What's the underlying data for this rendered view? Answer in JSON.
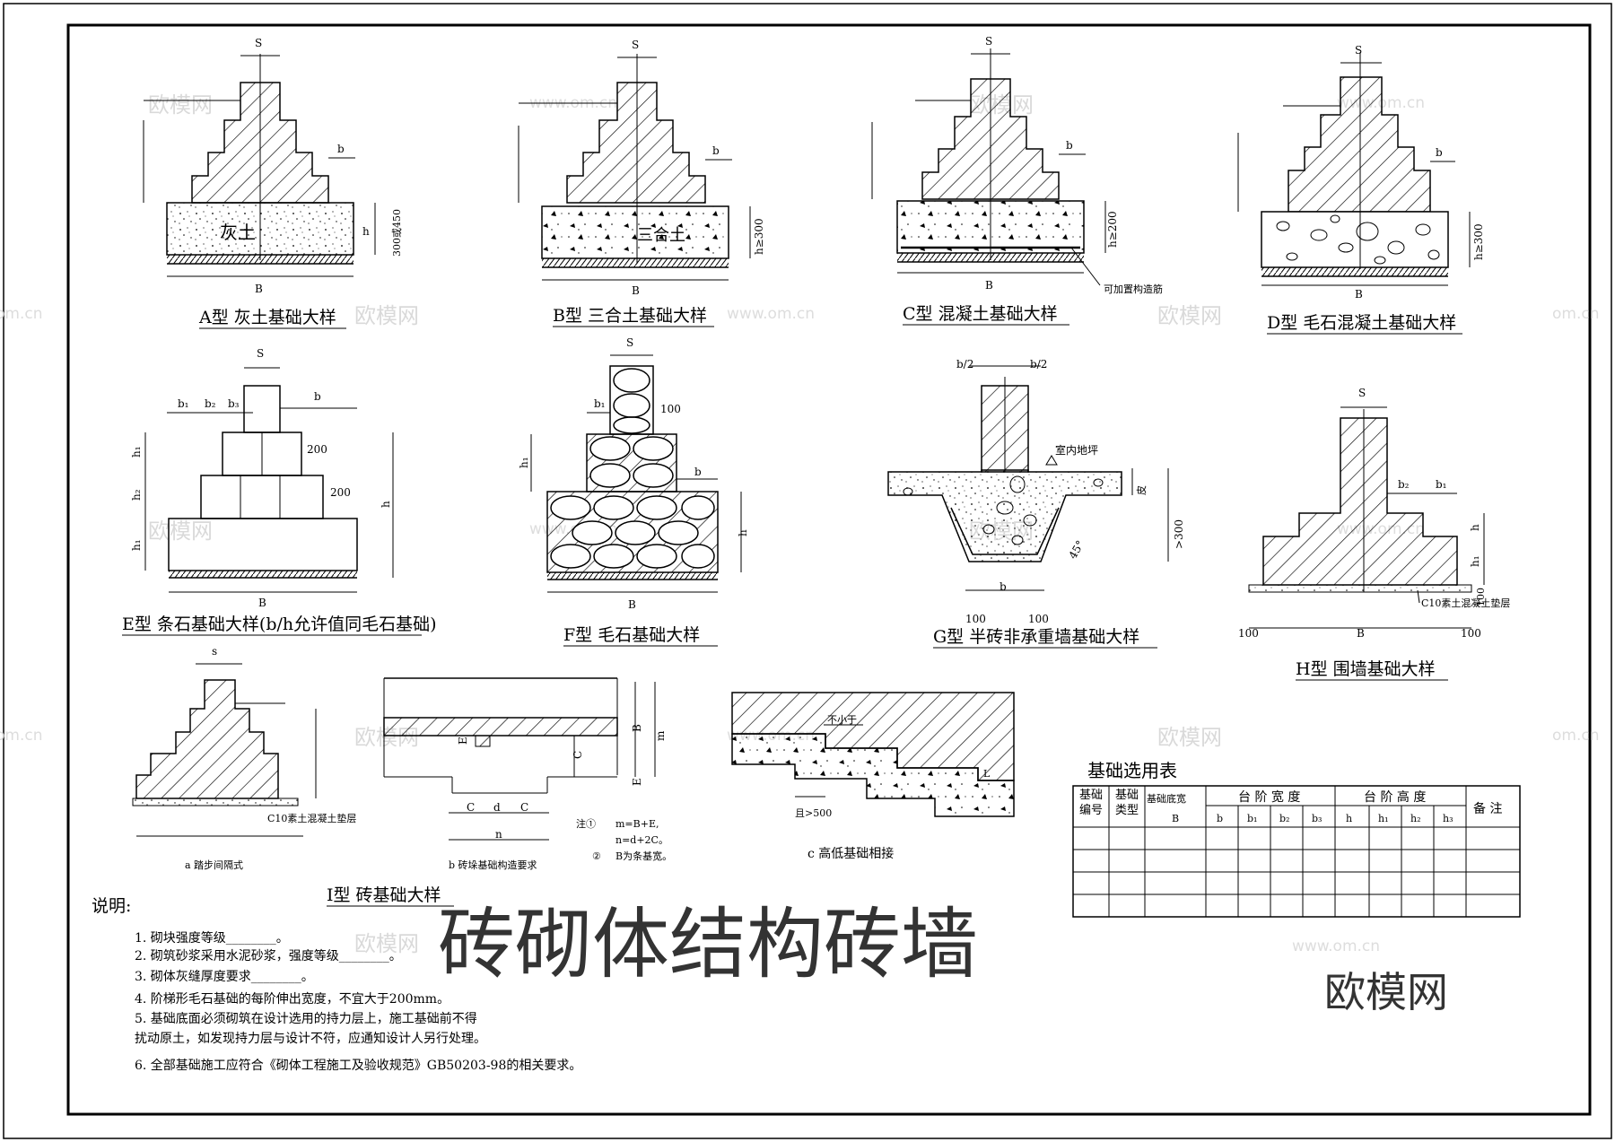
{
  "sheet": {
    "details": {
      "A": {
        "title": "A型 灰土基础大样",
        "fill_label": "灰土",
        "dim_s": "S",
        "dim_b": "b",
        "dim_B": "B",
        "dim_h": "h",
        "dim_h_note": "300或450"
      },
      "B": {
        "title": "B型 三合土基础大样",
        "fill_label": "三合土",
        "dim_s": "S",
        "dim_b": "b",
        "dim_B": "B",
        "dim_h": "h≥300"
      },
      "C": {
        "title": "C型 混凝土基础大样",
        "dim_s": "S",
        "dim_b": "b",
        "dim_B": "B",
        "dim_h": "h≥200",
        "rebar_note": "可加置构造筋"
      },
      "D": {
        "title": "D型 毛石混凝土基础大样",
        "dim_s": "S",
        "dim_b": "b",
        "dim_B": "B",
        "dim_h": "h≥300"
      },
      "E": {
        "title": "E型 条石基础大样(b/h允许值同毛石基础)",
        "dim_s": "S",
        "dim_b1": "b₁",
        "dim_b2": "b₂",
        "dim_b3": "b₃",
        "dim_b": "b",
        "dim_200a": "200",
        "dim_200b": "200",
        "dim_h": "h",
        "dim_h1": "h₁",
        "dim_h2": "h₂",
        "dim_h3": "h₁",
        "dim_B": "B"
      },
      "F": {
        "title": "F型 毛石基础大样",
        "dim_s": "S",
        "dim_b1": "b₁",
        "dim_100": "100",
        "dim_b": "b",
        "dim_h1": "h₁",
        "dim_h": "h",
        "dim_B": "B"
      },
      "G": {
        "title": "G型 半砖非承重墙基础大样",
        "dim_b2a": "b/2",
        "dim_b2b": "b/2",
        "floor_label": "室内地坪",
        "dim_300": ">300",
        "dim_45": "45°",
        "dim_100a": "100",
        "dim_b": "b",
        "dim_100b": "100",
        "dim_side": "皮"
      },
      "H": {
        "title": "H型 围墙基础大样",
        "dim_s": "S",
        "dim_b2": "b₂",
        "dim_b1": "b₁",
        "dim_h": "h",
        "dim_h1": "h₁",
        "dim_100a": "100",
        "dim_B": "B",
        "dim_100b": "100",
        "cushion": "C10素土混凝土垫层",
        "dim_100c": "100"
      },
      "Ia": {
        "title": "a 踏步间隔式",
        "dim_s": "s",
        "cushion": "C10素土混凝土垫层"
      },
      "Ib": {
        "title": "b 砖垛基础构造要求",
        "dim_C1": "C",
        "dim_d": "d",
        "dim_C2": "C",
        "dim_n": "n",
        "dim_E1": "E",
        "dim_C": "C",
        "dim_B": "B",
        "dim_m": "m",
        "dim_E2": "E",
        "notes": [
          "注①",
          "m=B+E,",
          "n=d+2C。",
          "②",
          "B为条基宽。"
        ]
      },
      "Ic": {
        "title": "c 高低基础相接",
        "dim_h": "不小于",
        "dim_500": "且>500",
        "dim_L": "L"
      },
      "I": {
        "title": "I型 砖基础大样"
      }
    },
    "table": {
      "title": "基础选用表",
      "headers_top": [
        "基础编号",
        "基础类型",
        "基础底宽",
        "台 阶 宽 度",
        "台 阶 高 度",
        "备 注"
      ],
      "header_B": "B",
      "headers_width": [
        "b",
        "b₁",
        "b₂",
        "b₃"
      ],
      "headers_height": [
        "h",
        "h₁",
        "h₂",
        "h₃"
      ]
    },
    "notes": {
      "heading": "说明:",
      "items": [
        "1.  砌块强度等级________。",
        "2.  砌筑砂浆采用水泥砂浆，强度等级________。",
        "3.  砌体灰缝厚度要求________。",
        "4.  阶梯形毛石基础的每阶伸出宽度，不宜大于200mm。",
        "5.  基础底面必须砌筑在设计选用的持力层上，施工基础前不得",
        "     扰动原土，如发现持力层与设计不符，应通知设计人另行处理。",
        "6.  全部基础施工应符合《砌体工程施工及验收规范》GB50203-98的相关要求。"
      ]
    },
    "overlay": {
      "headline": "砖砌体结构砖墙",
      "brand": "欧模网"
    },
    "watermarks": {
      "cn": "欧模网",
      "url": "www.om.cn",
      "short": "om.cn"
    }
  }
}
